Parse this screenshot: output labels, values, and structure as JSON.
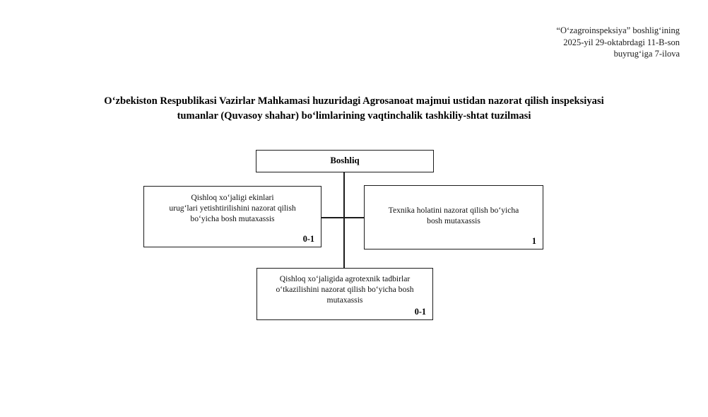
{
  "header": {
    "lines": [
      "“Oʻzagroinspeksiya” boshligʻining",
      "2025-yil 29-oktabrdagi 11-B-son",
      "buyrugʻiga 7-ilova"
    ]
  },
  "title": {
    "line1": "Oʻzbekiston Respublikasi Vazirlar Mahkamasi huzuridagi Agrosanoat majmui ustidan nazorat qilish inspeksiyasi",
    "line2": "tumanlar (Quvasoy shahar) boʻlimlarining vaqtinchalik tashkiliy-shtat tuzilmasi"
  },
  "chart_data": {
    "type": "diagram",
    "diagram_type": "org-chart",
    "title": "Oʻzbekiston Respublikasi Vazirlar Mahkamasi huzuridagi Agrosanoat majmui ustidan nazorat qilish inspeksiyasi tumanlar (Quvasoy shahar) boʻlimlarining vaqtinchalik tashkiliy-shtat tuzilmasi",
    "nodes": [
      {
        "id": "root",
        "label": "Boshliq",
        "count": "",
        "bold": true,
        "level": 0
      },
      {
        "id": "left",
        "label": "Qishloq xoʻjaligi ekinlari urugʻlari yetishtirilishini nazorat qilish boʻyicha bosh mutaxassis",
        "lines": [
          "Qishloq xoʻjaligi ekinlari",
          "urugʻlari yetishtirilishini nazorat qilish",
          "boʻyicha bosh mutaxassis"
        ],
        "count": "0-1",
        "level": 1
      },
      {
        "id": "right",
        "label": "Texnika holatini nazorat qilish boʻyicha bosh mutaxassis",
        "lines": [
          "Texnika holatini nazorat qilish boʻyicha",
          "bosh mutaxassis"
        ],
        "count": "1",
        "level": 1
      },
      {
        "id": "bottom",
        "label": "Qishloq xoʻjaligida agrotexnik tadbirlar oʻtkazilishini nazorat qilish boʻyicha bosh mutaxassis",
        "lines": [
          "Qishloq xoʻjaligida agrotexnik tadbirlar",
          "oʻtkazilishini nazorat qilish boʻyicha bosh",
          "mutaxassis"
        ],
        "count": "0-1",
        "level": 1
      }
    ],
    "edges": [
      {
        "from": "root",
        "to": "left"
      },
      {
        "from": "root",
        "to": "right"
      },
      {
        "from": "root",
        "to": "bottom"
      }
    ],
    "colors": {
      "background": "#ffffff",
      "border": "#1c1c1c",
      "text": "#101010"
    }
  },
  "nodes": {
    "root": {
      "label": "Boshliq"
    },
    "left": {
      "line1": "Qishloq xoʻjaligi ekinlari",
      "line2": "urugʻlari yetishtirilishini nazorat qilish",
      "line3": "boʻyicha bosh mutaxassis",
      "count": "0-1"
    },
    "right": {
      "line1": "Texnika holatini nazorat qilish boʻyicha",
      "line2": "bosh mutaxassis",
      "count": "1"
    },
    "bottom": {
      "line1": "Qishloq xoʻjaligida agrotexnik tadbirlar",
      "line2": "oʻtkazilishini nazorat qilish boʻyicha bosh",
      "line3": "mutaxassis",
      "count": "0-1"
    }
  }
}
